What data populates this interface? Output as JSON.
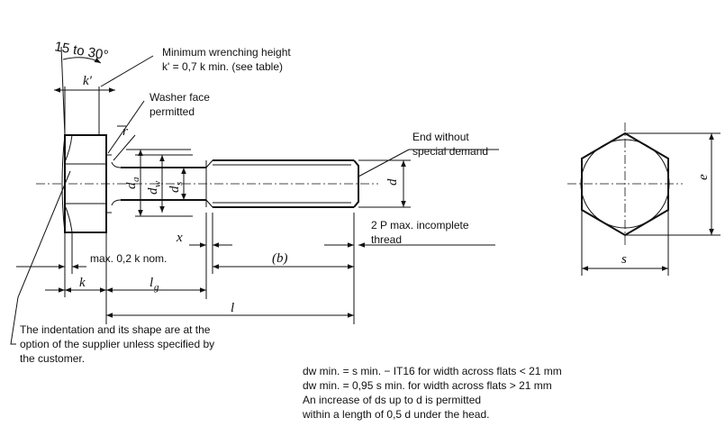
{
  "labels": {
    "angle": "15 to 30°",
    "wrench_height_1": "Minimum wrenching height",
    "wrench_height_2": "k' = 0,7 k min. (see table)",
    "k_prime": "k'",
    "washer_1": "Washer face",
    "washer_2": "permitted",
    "r": "r",
    "end_1": "End without",
    "end_2": "special demand",
    "thread_1": "2 P max. incomplete",
    "thread_2": "thread",
    "da": "d",
    "da_sub": "a",
    "dw": "d",
    "dw_sub": "w",
    "ds": "d",
    "ds_sub": "s",
    "d": "d",
    "x": "x",
    "max_k": "max. 0,2 k nom.",
    "b": "(b)",
    "k": "k",
    "lg": "l",
    "lg_sub": "g",
    "l": "l",
    "e": "e",
    "s": "s",
    "indent_1": "The indentation and its shape are at the",
    "indent_2": "option of the supplier unless specified by",
    "indent_3": "the customer."
  },
  "notes": {
    "line1": "dw min. = s min. − IT16 for width across flats < 21 mm",
    "line2": "dw min. = 0,95 s min. for width across flats > 21 mm",
    "line3": "An increase of ds up to d is permitted",
    "line4": "within a length of 0,5 d under the head."
  }
}
